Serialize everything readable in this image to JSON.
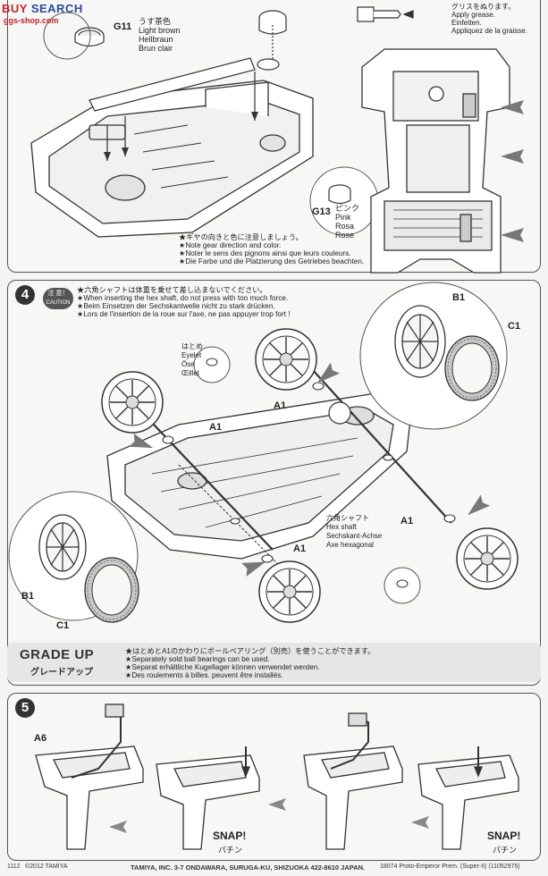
{
  "watermark": {
    "text_a": "BUY ",
    "text_b": "SEARCH",
    "url": "ggs-shop.com"
  },
  "step3": {
    "g11": {
      "id": "G11",
      "jp": "うす茶色",
      "en": "Light brown",
      "de": "Hellbraun",
      "fr": "Brun clair"
    },
    "g13": {
      "id": "G13",
      "jp": "ピンク",
      "en": "Pink",
      "es": "Rosa",
      "fr": "Rose"
    },
    "notes": [
      "★ギヤの向きと色に注意しましょう。",
      "★Note gear direction and color.",
      "★Noter le sens des pignons ainsi que leurs couleurs.",
      "★Die Farbe und die Platzierung des Getriebes beachten."
    ],
    "grease": [
      "グリスをぬります。",
      "Apply grease.",
      "Einfetten.",
      "Appliquez de la graisse."
    ]
  },
  "step4": {
    "number": "4",
    "caution": [
      "注 意！",
      "CAUTION"
    ],
    "notes": [
      "★六角シャフトは体重を乗せて差し込まないでください。",
      "★When inserting the hex shaft, do not press with too much force.",
      "★Beim Einsetzen der Sechskantwelle nicht zu stark drücken.",
      "★Lors de l'insertion de la roue sur l'axe, ne pas appuyer trop fort !"
    ],
    "eyelet": [
      "はとめ",
      "Eyelet",
      "Öse",
      "Œillet"
    ],
    "hexshaft": [
      "六角シャフト",
      "Hex shaft",
      "Sechskant-Achse",
      "Axe hexagonal"
    ],
    "labels": {
      "a1": "A1",
      "b1": "B1",
      "c1": "C1"
    }
  },
  "gradeup": {
    "title": "GRADE UP",
    "jp": "グレードアップ",
    "notes": [
      "★はとめとA1のかわりにボールベアリング（別売）を使うことができます。",
      "★Separately sold ball bearings can be used.",
      "★Separat erhältliche Kugellager können verwendet werden.",
      "★Des roulements à billes. peuvent être installés."
    ]
  },
  "step5": {
    "number": "5",
    "a6": "A6",
    "snap": "SNAP!",
    "snap_jp": "パチン"
  },
  "footer": {
    "code": "1112",
    "copyright": "©2012 TAMIYA",
    "address": "TAMIYA, INC. 3-7 ONDAWARA, SURUGA-KU, SHIZUOKA 422-8610 JAPAN.",
    "model": "18074 Proto-Emperor Prem. (Super-II) (11052975)"
  }
}
